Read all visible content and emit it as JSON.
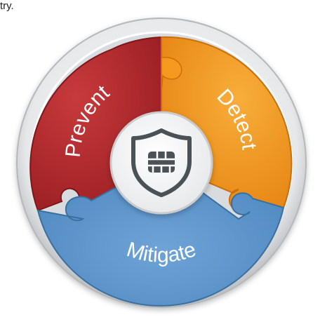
{
  "fragment_text": "try.",
  "segments": [
    {
      "key": "prevent",
      "label": "Prevent",
      "color": "#b3272b"
    },
    {
      "key": "detect",
      "label": "Detect",
      "color": "#f59a1e"
    },
    {
      "key": "mitigate",
      "label": "Mitigate",
      "color": "#5a93c9"
    }
  ],
  "center_icon": "shield-icon",
  "colors": {
    "ring_outer": "#c9cbcd",
    "ring_inner": "#eceeef",
    "center": "#ffffff",
    "icon_stroke": "#4a5258"
  }
}
